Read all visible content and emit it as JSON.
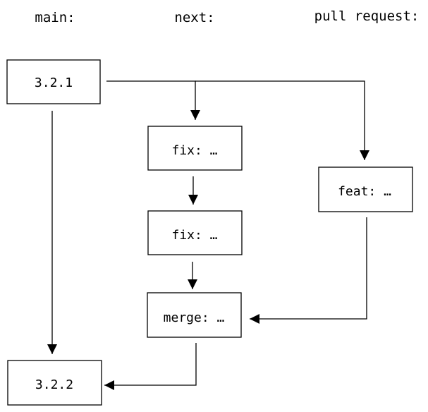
{
  "columns": {
    "main": "main:",
    "next": "next:",
    "pull_request": "pull request:"
  },
  "nodes": {
    "v321": "3.2.1",
    "fix1": "fix: …",
    "fix2": "fix: …",
    "feat": "feat: …",
    "merge": "merge: …",
    "v322": "3.2.2"
  },
  "colors": {
    "stroke": "#000000",
    "background": "#ffffff"
  }
}
